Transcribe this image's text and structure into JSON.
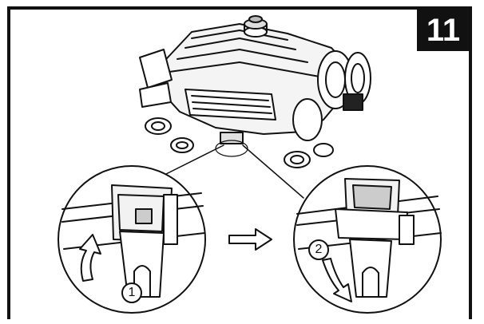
{
  "step": {
    "number": "11"
  },
  "callouts": {
    "first": "1",
    "second": "2"
  },
  "icons": {
    "robot": "pool-cleaner-robot-icon",
    "up_arrow": "curved-up-arrow-icon",
    "down_arrow": "curved-down-arrow-icon",
    "next_arrow": "right-outline-arrow-icon"
  },
  "colors": {
    "ink": "#111111",
    "paper": "#ffffff",
    "badge": "#111111"
  }
}
